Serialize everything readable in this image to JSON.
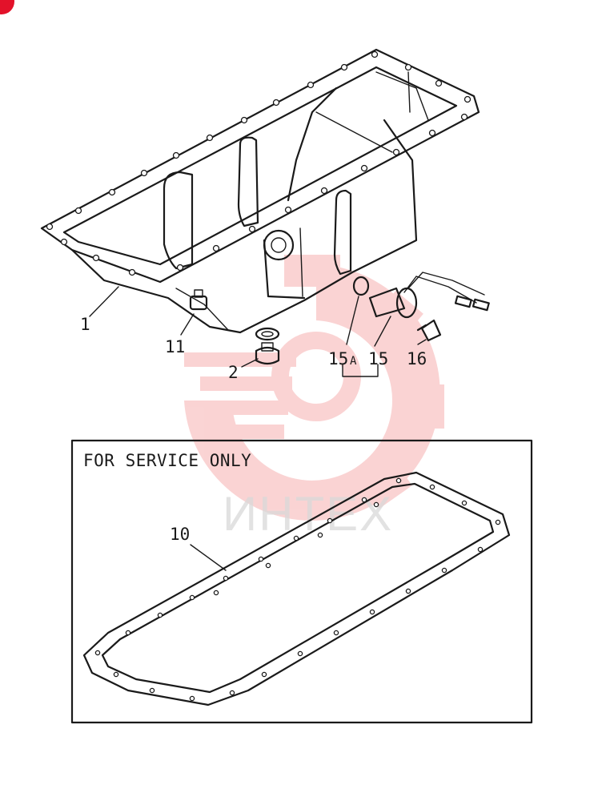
{
  "callouts": [
    {
      "id": "1",
      "text": "1"
    },
    {
      "id": "11",
      "text": "11"
    },
    {
      "id": "2",
      "text": "2"
    },
    {
      "id": "15a",
      "text": "15",
      "suffix": "A"
    },
    {
      "id": "15",
      "text": "15"
    },
    {
      "id": "16",
      "text": "16"
    },
    {
      "id": "10",
      "text": "10"
    }
  ],
  "service_box": {
    "title": "FOR SERVICE ONLY"
  },
  "watermark": {
    "text": "ИНТЕХ"
  },
  "colors": {
    "line": "#1a1a1a",
    "watermark_gear": "#f4a0a0",
    "watermark_text": "#d9d9d9",
    "corner_badge": "#e3122a"
  },
  "icons": {
    "watermark_logo": "gear-logo-icon",
    "corner": "corner-badge-icon"
  }
}
